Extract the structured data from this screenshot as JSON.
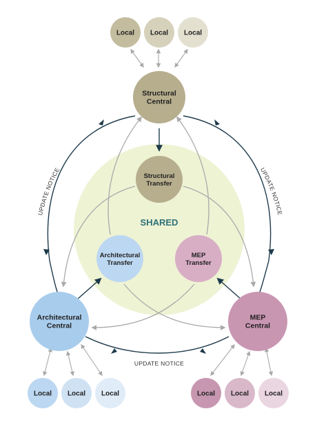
{
  "colors": {
    "structural": "#b6ae8d",
    "architectural": "#a8ccec",
    "architectural_transfer": "#bcd7f1",
    "mep": "#c996b2",
    "mep_transfer": "#d8aec5",
    "shared_fill": "#eef3d4",
    "shared_text": "#2f7178",
    "dark_arrow": "#1e3a4c",
    "gray_arrow": "#a9a9a9"
  },
  "shared_label": "SHARED",
  "nodes": {
    "structural_central": {
      "lines": [
        "Structural",
        "Central"
      ]
    },
    "structural_transfer": {
      "lines": [
        "Structural",
        "Transfer"
      ]
    },
    "architectural_transfer": {
      "lines": [
        "Architectural",
        "Transfer"
      ]
    },
    "mep_transfer": {
      "lines": [
        "MEP",
        "Transfer"
      ]
    },
    "architectural_central": {
      "lines": [
        "Architectural",
        "Central"
      ]
    },
    "mep_central": {
      "lines": [
        "MEP",
        "Central"
      ]
    }
  },
  "locals": {
    "structural": [
      {
        "label": "Local",
        "color": "#c3bc9e"
      },
      {
        "label": "Local",
        "color": "#d6d1bb"
      },
      {
        "label": "Local",
        "color": "#e4e0d0"
      }
    ],
    "architectural": [
      {
        "label": "Local",
        "color": "#bcd7f1"
      },
      {
        "label": "Local",
        "color": "#cfe2f4"
      },
      {
        "label": "Local",
        "color": "#e0ecf8"
      }
    ],
    "mep": [
      {
        "label": "Local",
        "color": "#c796b0"
      },
      {
        "label": "Local",
        "color": "#d9b8ca"
      },
      {
        "label": "Local",
        "color": "#ead6e1"
      }
    ]
  },
  "notices": {
    "left": "UPDATE NOTICE",
    "right": "UPDATE NOTICE",
    "bottom": "UPDATE NOTICE"
  }
}
